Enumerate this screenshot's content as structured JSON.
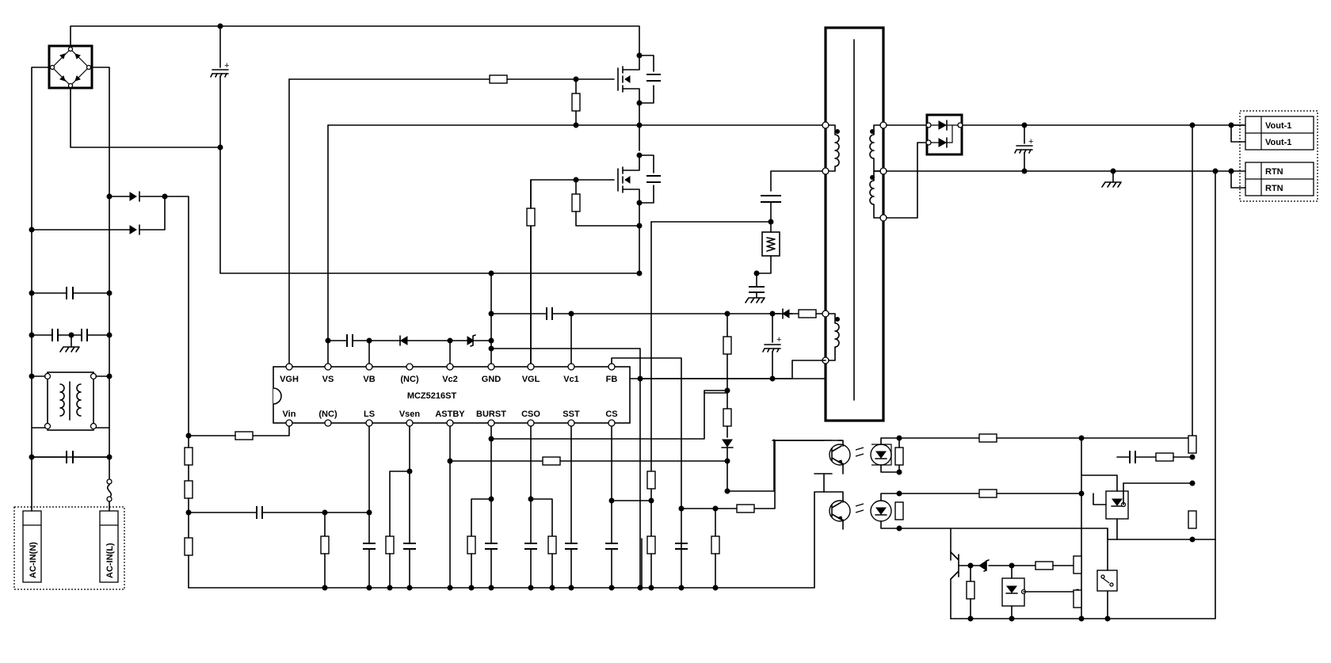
{
  "ic": {
    "name": "MCZ5216ST",
    "top_pins": [
      "VGH",
      "VS",
      "VB",
      "(NC)",
      "Vc2",
      "GND",
      "VGL",
      "Vc1",
      "FB"
    ],
    "bottom_pins": [
      "Vin",
      "(NC)",
      "LS",
      "Vsen",
      "ASTBY",
      "BURST",
      "CSO",
      "SST",
      "CS"
    ]
  },
  "connectors": {
    "output": [
      "Vout-1",
      "Vout-1",
      "RTN",
      "RTN"
    ],
    "input": [
      "AC-IN(N)",
      "AC-IN(L)"
    ]
  },
  "symbols": {
    "plus": "+"
  }
}
